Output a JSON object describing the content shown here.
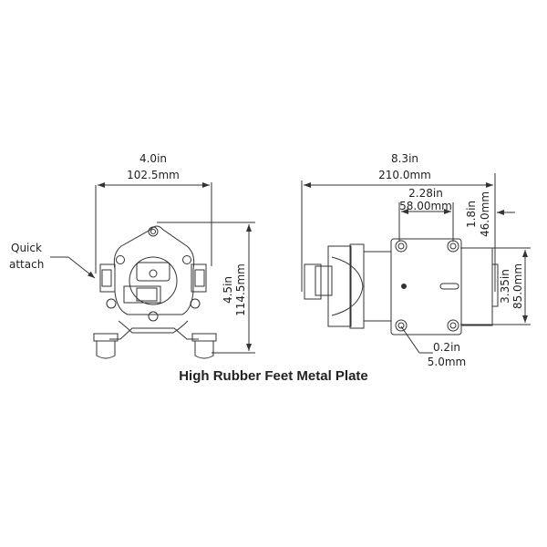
{
  "caption": "High Rubber Feet Metal Plate",
  "front_view": {
    "width_in": "4.0in",
    "width_mm": "102.5mm",
    "height_in": "4.5in",
    "height_mm": "114.5mm",
    "callout_line1": "Quick",
    "callout_line2": "attach"
  },
  "side_view": {
    "length_in": "8.3in",
    "length_mm": "210.0mm",
    "hole_spacing_in": "2.28in",
    "hole_spacing_mm": "58.00mm",
    "offset_in": "1.8in",
    "offset_mm": "46.0mm",
    "hole_height_in": "3.35in",
    "hole_height_mm": "85.0mm",
    "hole_dia_in": "0.2in",
    "hole_dia_mm": "5.0mm"
  },
  "colors": {
    "line": "#333333",
    "background": "#ffffff"
  }
}
